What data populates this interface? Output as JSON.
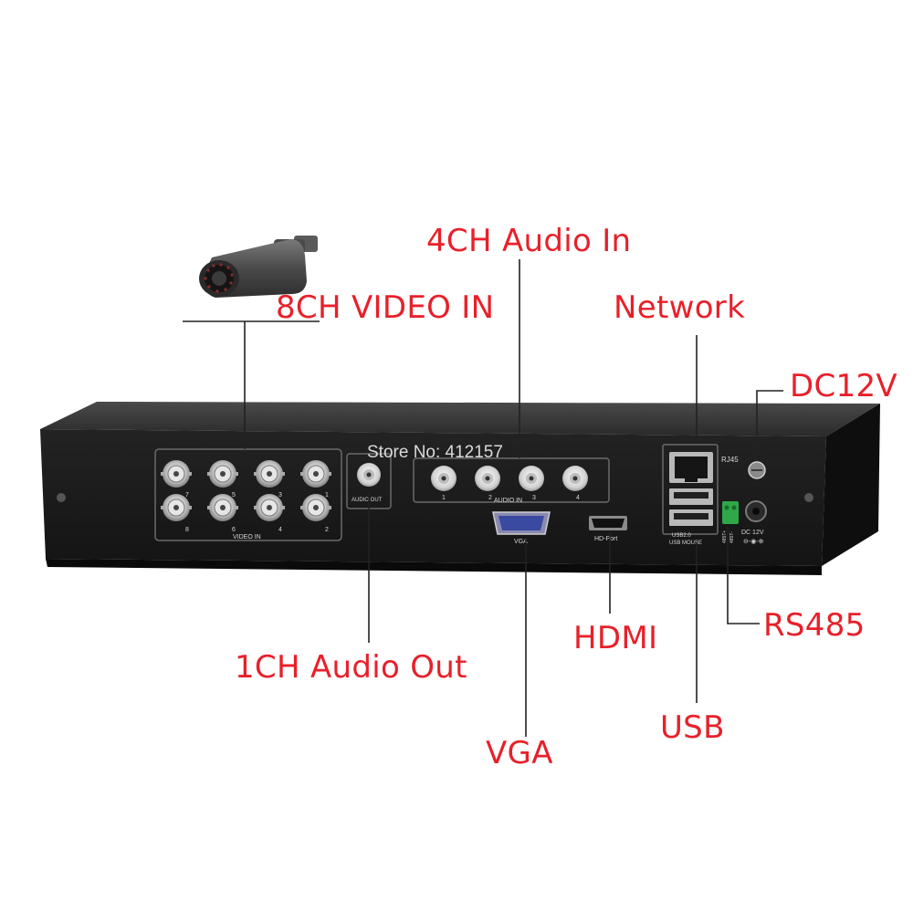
{
  "callouts": {
    "video_in": "8CH VIDEO IN",
    "audio_in": "4CH Audio In",
    "network": "Network",
    "dc12v": "DC12V",
    "audio_out": "1CH Audio Out",
    "hdmi": "HDMI",
    "rs485": "RS485",
    "usb": "USB",
    "vga": "VGA"
  },
  "panel": {
    "watermark": "Store No: 412157",
    "video_in_label": "VIDEO IN",
    "video_top_numbers": [
      "7",
      "5",
      "3",
      "1"
    ],
    "video_bottom_numbers": [
      "8",
      "6",
      "4",
      "2"
    ],
    "audio_out_label": "AUDIO OUT",
    "audio_in_label": "AUDIO IN",
    "audio_in_numbers": [
      "1",
      "2",
      "3",
      "4"
    ],
    "vga_label": "VGA",
    "hdport_label": "HD-Port",
    "rj45_label": "RJ45",
    "usb_label_1": "USB2.0",
    "usb_label_2": "USB MOUSE",
    "rs485_label_1": "485T+",
    "rs485_label_2": "485T-",
    "dc_label": "DC 12V"
  },
  "colors": {
    "callout_text": "#e8202a",
    "leader_line": "#222222",
    "chassis": "#1c1c1c",
    "chassis_top": "#3a3a3a",
    "panel_print": "#d8d8d8",
    "terminal_green": "#2fa84a"
  }
}
